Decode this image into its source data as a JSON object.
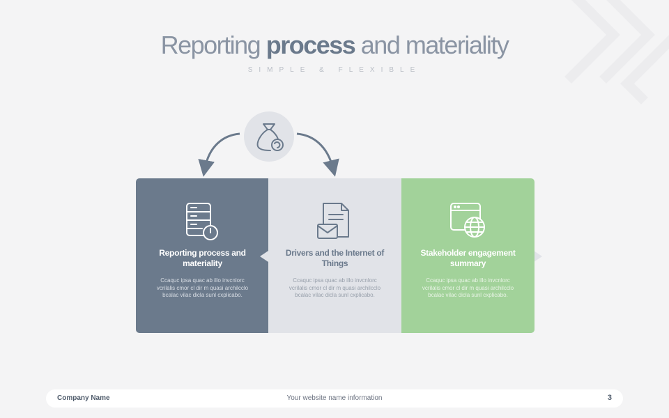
{
  "slide": {
    "title": {
      "part1": "Reporting ",
      "part2": "process",
      "part3": " and materiality"
    },
    "subtitle": "SIMPLE & FLEXIBLE",
    "center_icon": "money-bag-refresh-icon",
    "cards": [
      {
        "heading": "Reporting process and materiality",
        "body": "Ccaquc ipsa quac ab illo invcnlorc vcrilalis cmor cl dir m quasi archilcclo bcalac vilac dicla sunl cxplicabo.",
        "icon": "server-power-icon",
        "color": "#6b7a8c"
      },
      {
        "heading": "Drivers and the Internet of Things",
        "body": "Ccaquc ipsa quac ab illo invcnlorc vcrilalis cmor cl dir m quasi archilcclo bcalac vilac dicla sunl cxplicabo.",
        "icon": "document-mail-icon",
        "color": "#e1e3e8"
      },
      {
        "heading": "Stakeholder engagement summary",
        "body": "Ccaquc ipsa quac ab illo invcnlorc vcrilalis cmor cl dir m quasi archilcclo bcalac vilac dicla sunl cxplicabo.",
        "icon": "browser-globe-icon",
        "color": "#a2d29a"
      }
    ]
  },
  "footer": {
    "company": "Company Name",
    "website": "Your website name information",
    "page_number": "3"
  }
}
